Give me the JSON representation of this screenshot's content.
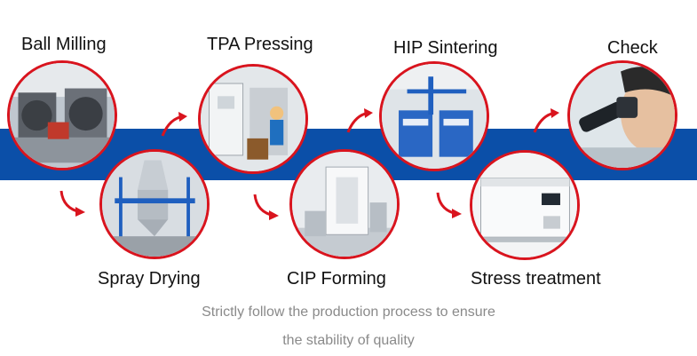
{
  "steps": {
    "ball_milling": "Ball Milling",
    "spray_drying": "Spray Drying",
    "tpa_pressing": "TPA Pressing",
    "cip_forming": "CIP Forming",
    "hip_sintering": "HIP Sintering",
    "stress_treatment": "Stress treatment",
    "check": "Check"
  },
  "caption": {
    "line1": "Strictly follow the production process to ensure",
    "line2": "the stability of quality"
  },
  "colors": {
    "accent": "#d9141e",
    "band": "#0b4fa8",
    "caption": "#8a8a8a"
  }
}
